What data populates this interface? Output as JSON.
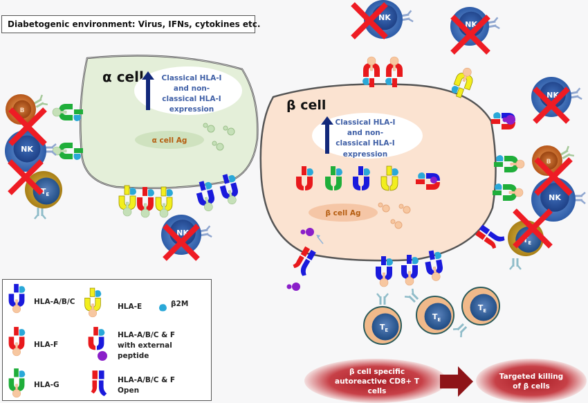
{
  "environment_label": "Diabetogenic environment: Virus, IFNs, cytokines etc.",
  "alpha_cell": {
    "title": "α cell",
    "expression_note": [
      "Classical HLA-I",
      "and non-",
      "classical HLA-I",
      "expression"
    ],
    "antigen_label": "α cell Ag"
  },
  "beta_cell": {
    "title": "β cell",
    "expression_note": [
      "Classical HLA-I",
      "and non-",
      "classical HLA-I",
      "expression"
    ],
    "antigen_label": "β cell Ag"
  },
  "immune_cells": {
    "nk_label": "NK",
    "b_label": "B",
    "te_label": "T",
    "te_subscript": "E"
  },
  "legend": {
    "items": [
      {
        "label": "HLA-A/B/C",
        "icon": "hla-abc-icon"
      },
      {
        "label": "HLA-E",
        "icon": "hla-e-icon"
      },
      {
        "label": "β2M",
        "icon": "b2m-icon"
      },
      {
        "label": "HLA-F",
        "icon": "hla-f-icon"
      },
      {
        "label_lines": [
          "HLA-A/B/C & F",
          "with external",
          "peptide"
        ],
        "icon": "hla-external-peptide-icon"
      },
      {
        "label": "HLA-G",
        "icon": "hla-g-icon"
      },
      {
        "label_lines": [
          "HLA-A/B/C & F",
          "Open"
        ],
        "icon": "hla-open-icon"
      }
    ]
  },
  "flow": {
    "step1": [
      "β cell  specific",
      "autoreactive CD8+ T",
      "cells"
    ],
    "step2": [
      "Targeted killing",
      "of  β cells"
    ]
  },
  "colors": {
    "hla_abc": "#1a1adc",
    "hla_e": "#f2ee1e",
    "hla_f": "#e8191c",
    "hla_g": "#1fae3a",
    "b2m": "#2aa8d8",
    "peptide_beta": "#f7c7a0",
    "peptide_alpha": "#c5e0b8",
    "external_peptide": "#8a1fc9",
    "nk": "#2f5fa8",
    "cross": "#ee1c24",
    "alpha_fill": "#e4efd9",
    "beta_fill": "#fbe3d1",
    "flow_red": "#b8282e"
  }
}
